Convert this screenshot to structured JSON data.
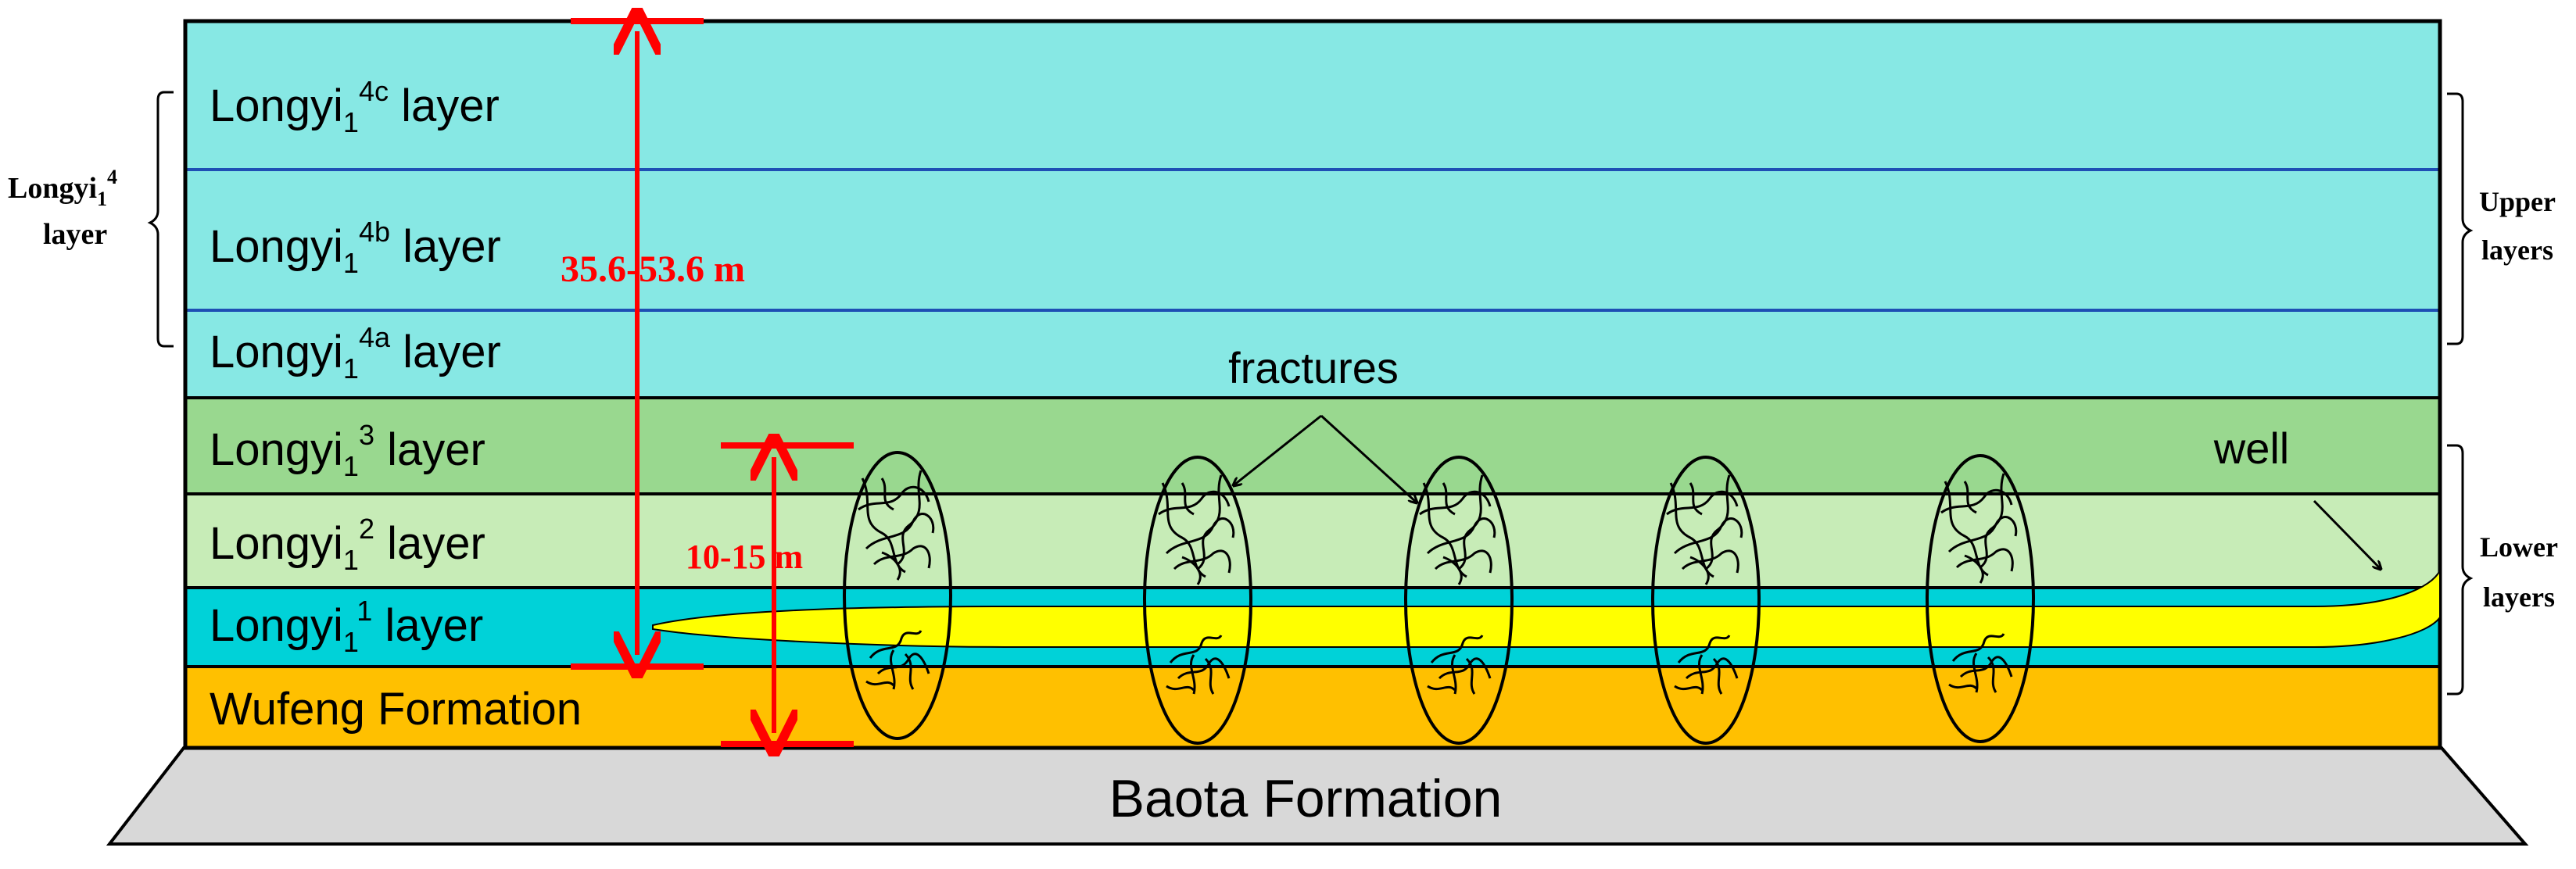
{
  "colors": {
    "upper": "#87e8e4",
    "longyi3": "#99d88f",
    "longyi2": "#c7ecb7",
    "longyi1": "#00d2d8",
    "wufeng": "#ffc000",
    "baota": "#d8d8d8",
    "boundary_blue": "#1e4fb4",
    "well": "#ffff00",
    "measure": "#ff0000"
  },
  "layers": {
    "longyi_4c": {
      "base": "Longyi",
      "sub": "1",
      "sup": "4c",
      "suffix": " layer"
    },
    "longyi_4b": {
      "base": "Longyi",
      "sub": "1",
      "sup": "4b",
      "suffix": " layer"
    },
    "longyi_4a": {
      "base": "Longyi",
      "sub": "1",
      "sup": "4a",
      "suffix": " layer"
    },
    "longyi_3": {
      "base": "Longyi",
      "sub": "1",
      "sup": "3",
      "suffix": " layer"
    },
    "longyi_2": {
      "base": "Longyi",
      "sub": "1",
      "sup": "2",
      "suffix": " layer"
    },
    "longyi_1": {
      "base": "Longyi",
      "sub": "1",
      "sup": "1",
      "suffix": " layer"
    },
    "wufeng": "Wufeng Formation",
    "baota": "Baota Formation"
  },
  "left_bracket": {
    "base": "Longyi",
    "sub": "1",
    "sup": "4",
    "line2": "layer"
  },
  "right_brackets": {
    "upper": {
      "line1": "Upper",
      "line2": "layers"
    },
    "lower": {
      "line1": "Lower",
      "line2": "layers"
    }
  },
  "measurements": {
    "total": "35.6-53.6 m",
    "lower": "10-15 m"
  },
  "annotations": {
    "fractures": "fractures",
    "well": "well"
  }
}
